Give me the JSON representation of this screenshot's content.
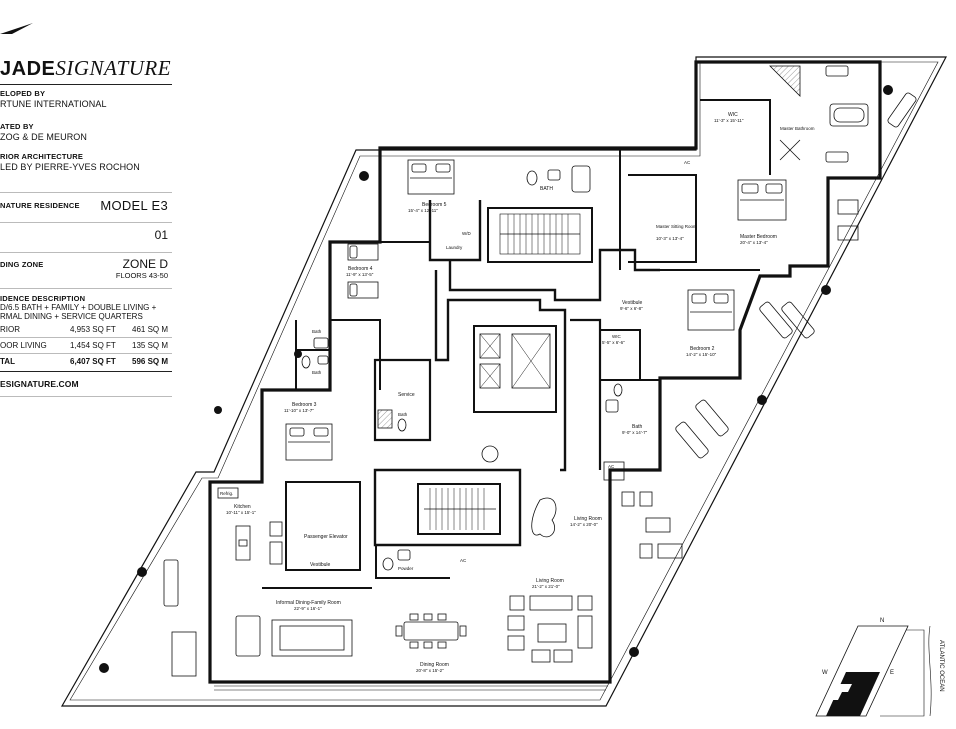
{
  "brand": {
    "bold": "JADE",
    "italic": "SIGNATURE"
  },
  "developed_by": {
    "heading": "ELOPED BY",
    "value": "RTUNE INTERNATIONAL"
  },
  "created_by": {
    "heading": "ATED BY",
    "value": "ZOG & DE MEURON"
  },
  "interior": {
    "heading": "RIOR ARCHITECTURE",
    "value": "LED BY PIERRE-YVES ROCHON"
  },
  "residence": {
    "label": "NATURE RESIDENCE",
    "model": "MODEL E3",
    "number": "01"
  },
  "zone": {
    "label": "DING ZONE",
    "value": "ZONE D",
    "floors": "FLOORS 43-50"
  },
  "description": {
    "heading": "IDENCE DESCRIPTION",
    "line1": "D/6.5 BATH + FAMILY + DOUBLE LIVING +",
    "line2": "RMAL DINING + SERVICE QUARTERS"
  },
  "areas": [
    {
      "label": "RIOR",
      "sqft": "4,953 SQ FT",
      "sqm": "461 SQ M"
    },
    {
      "label": "OOR LIVING",
      "sqft": "1,454 SQ FT",
      "sqm": "135 SQ M"
    },
    {
      "label": "TAL",
      "sqft": "6,407 SQ FT",
      "sqm": "596 SQ M"
    }
  ],
  "website": "ESIGNATURE.COM",
  "rooms": {
    "bedroom5": {
      "name": "Bedroom 5",
      "dim": "15'-4\" x 12'-11\""
    },
    "bath_b5": {
      "name": "BATH",
      "dim": ""
    },
    "laundry": {
      "name": "Laundry",
      "dim": ""
    },
    "wd": {
      "name": "W/D",
      "dim": ""
    },
    "bedroom4": {
      "name": "Bedroom 4",
      "dim": "11'-9\" x 13'-5\""
    },
    "bath_a": {
      "name": "Bath",
      "dim": ""
    },
    "bath_b": {
      "name": "Bath",
      "dim": ""
    },
    "bedroom3": {
      "name": "Bedroom 3",
      "dim": "11'-10\" x 13'-7\""
    },
    "service": {
      "name": "Service",
      "dim": ""
    },
    "bath_service": {
      "name": "Bath",
      "dim": ""
    },
    "kitchen": {
      "name": "Kitchen",
      "dim": "10'-11\" x 15'-1\""
    },
    "refrig": {
      "name": "Refrig.",
      "dim": ""
    },
    "elevator": {
      "name": "Passenger Elevator",
      "dim": ""
    },
    "vestibule_w": {
      "name": "Vestibule",
      "dim": ""
    },
    "family": {
      "name": "Informal Dining-Family Room",
      "dim": "22'-9\" x 16'-1\""
    },
    "powder": {
      "name": "Powder",
      "dim": ""
    },
    "ac_powder": {
      "name": "AC",
      "dim": ""
    },
    "dining": {
      "name": "Dining Room",
      "dim": "20'-8\" x 15'-2\""
    },
    "living1": {
      "name": "Living Room",
      "dim": "14'-2\" x 20'-0\""
    },
    "living2": {
      "name": "Living Room",
      "dim": "21'-2\" x 21'-0\""
    },
    "wic_master": {
      "name": "WIC",
      "dim": "11'-3\" x 15'-11\""
    },
    "master_bath": {
      "name": "Master Bathroom",
      "dim": ""
    },
    "ac_master": {
      "name": "AC",
      "dim": ""
    },
    "master_sitting": {
      "name": "Master Sitting Room",
      "dim": "10'-3\" x 13'-4\""
    },
    "master_bedroom": {
      "name": "Master Bedroom",
      "dim": "20'-4\" x 13'-4\""
    },
    "vestibule_e": {
      "name": "Vestibule",
      "dim": "9'-6\" x 6'-8\""
    },
    "wic_b2": {
      "name": "WIC",
      "dim": "5'-5\" x 6'-6\""
    },
    "bedroom2": {
      "name": "Bedroom 2",
      "dim": "14'-2\" x 15'-10\""
    },
    "bath_b2": {
      "name": "Bath",
      "dim": "9'-0\" x 14'-7\""
    },
    "ac_b2": {
      "name": "AC",
      "dim": ""
    }
  },
  "compass": {
    "n": "N",
    "w": "W",
    "e": "E",
    "ocean": "ATLANTIC OCEAN"
  }
}
